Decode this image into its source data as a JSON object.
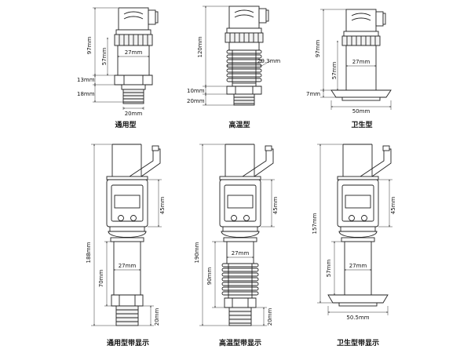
{
  "top": {
    "general": {
      "caption": "通用型",
      "dims": {
        "total": "97mm",
        "body": "57mm",
        "width": "27mm",
        "hex": "13mm",
        "thread": "18mm",
        "bottom": "20mm"
      }
    },
    "high_temp": {
      "caption": "高温型",
      "dims": {
        "total": "120mm",
        "fin": "29.3mm",
        "thread1": "10mm",
        "thread2": "20mm"
      }
    },
    "sanitary": {
      "caption": "卫生型",
      "dims": {
        "total": "97mm",
        "body": "57mm",
        "width": "27mm",
        "flange": "7mm",
        "base": "50mm"
      }
    }
  },
  "bottom": {
    "general": {
      "caption": "通用型带显示",
      "dims": {
        "total": "188mm",
        "display": "45mm",
        "body": "70mm",
        "width": "27mm",
        "thread": "20mm"
      }
    },
    "high_temp": {
      "caption": "高温型带显示",
      "dims": {
        "total": "190mm",
        "display": "45mm",
        "width": "27mm",
        "body": "90mm",
        "thread": "20mm"
      }
    },
    "sanitary": {
      "caption": "卫生型带显示",
      "dims": {
        "total": "157mm",
        "display": "45mm",
        "width": "27mm",
        "body": "57mm",
        "base": "50.5mm"
      }
    }
  }
}
